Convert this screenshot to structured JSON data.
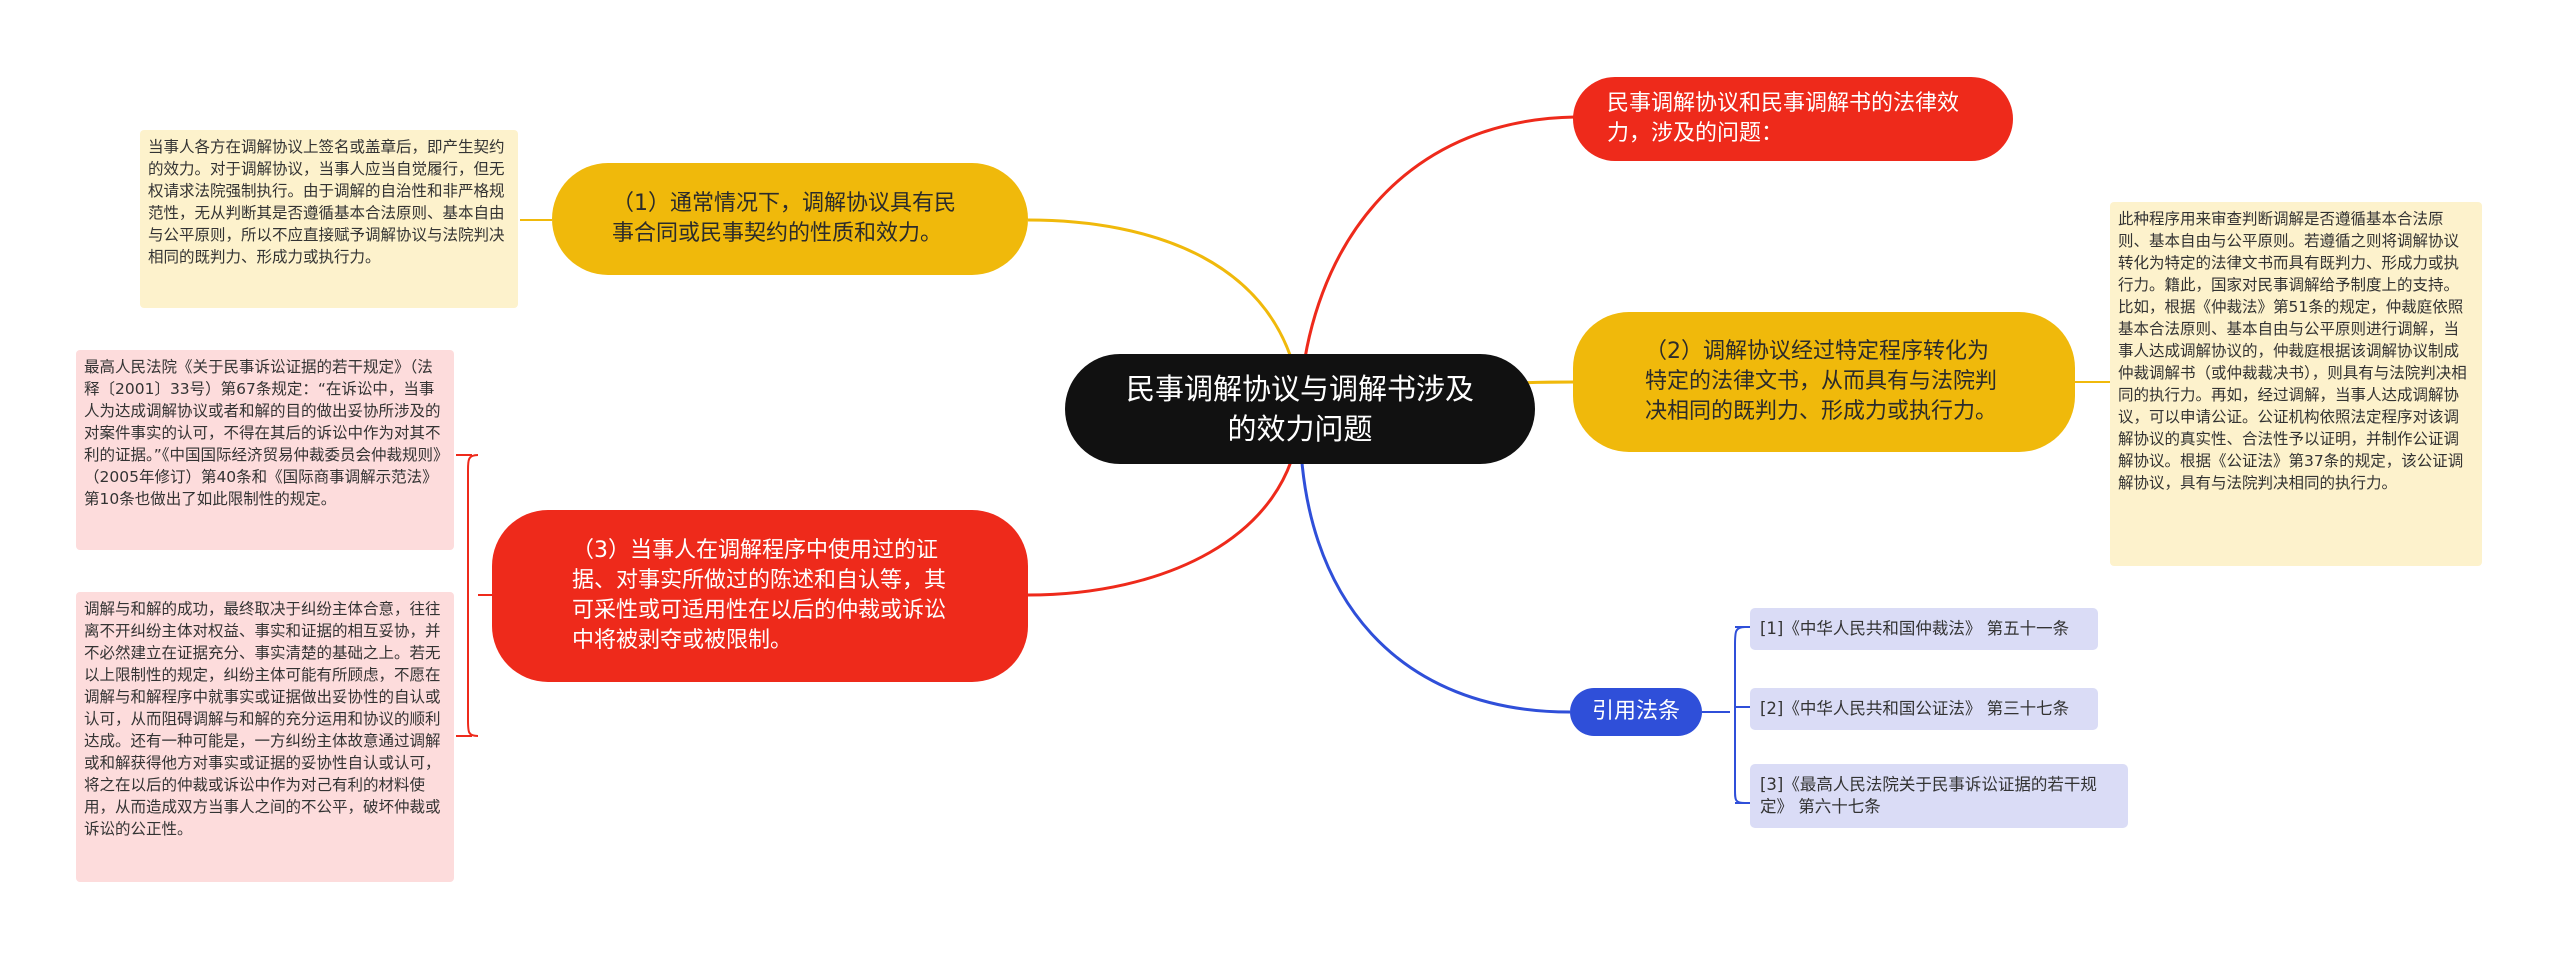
{
  "center": {
    "title": "民事调解协议与调解书涉及的效力问题"
  },
  "branches": {
    "top_right": {
      "text": "民事调解协议和民事调解书的法律效力，涉及的问题："
    },
    "mid_right": {
      "text": "（2）调解协议经过特定程序转化为特定的法律文书，从而具有与法院判决相同的既判力、形成力或执行力。"
    },
    "refs_label": {
      "text": "引用法条"
    },
    "top_left": {
      "text": "（1）通常情况下，调解协议具有民事合同或民事契约的性质和效力。"
    },
    "bottom_left": {
      "text": "（3）当事人在调解程序中使用过的证据、对事实所做过的陈述和自认等，其可采性或可适用性在以后的仲裁或诉讼中将被剥夺或被限制。"
    }
  },
  "notes": {
    "right_detail": "此种程序用来审查判断调解是否遵循基本合法原则、基本自由与公平原则。若遵循之则将调解协议转化为特定的法律文书而具有既判力、形成力或执行力。籍此，国家对民事调解给予制度上的支持。比如，根据《仲裁法》第51条的规定，仲裁庭依照基本合法原则、基本自由与公平原则进行调解，当事人达成调解协议的，仲裁庭根据该调解协议制成仲裁调解书（或仲裁裁决书），则具有与法院判决相同的执行力。再如，经过调解，当事人达成调解协议，可以申请公证。公证机构依照法定程序对该调解协议的真实性、合法性予以证明，并制作公证调解协议。根据《公证法》第37条的规定，该公证调解协议，具有与法院判决相同的执行力。",
    "left_top_detail": "当事人各方在调解协议上签名或盖章后，即产生契约的效力。对于调解协议，当事人应当自觉履行，但无权请求法院强制执行。由于调解的自治性和非严格规范性，无从判断其是否遵循基本合法原则、基本自由与公平原则，所以不应直接赋予调解协议与法院判决相同的既判力、形成力或执行力。",
    "left_mid_detail": "最高人民法院《关于民事诉讼证据的若干规定》（法释〔2001〕33号）第67条规定：“在诉讼中，当事人为达成调解协议或者和解的目的做出妥协所涉及的对案件事实的认可，不得在其后的诉讼中作为对其不利的证据。”《中国国际经济贸易仲裁委员会仲裁规则》（2005年修订）第40条和《国际商事调解示范法》第10条也做出了如此限制性的规定。",
    "left_bottom_detail": "调解与和解的成功，最终取决于纠纷主体合意，往往离不开纠纷主体对权益、事实和证据的相互妥协，并不必然建立在证据充分、事实清楚的基础之上。若无以上限制性的规定，纠纷主体可能有所顾虑，不愿在调解与和解程序中就事实或证据做出妥协性的自认或认可，从而阻碍调解与和解的充分运用和协议的顺利达成。还有一种可能是，一方纠纷主体故意通过调解或和解获得他方对事实或证据的妥协性自认或认可，将之在以后的仲裁或诉讼中作为对己有利的材料使用，从而造成双方当事人之间的不公平，破坏仲裁或诉讼的公正性。"
  },
  "references": [
    "[1]《中华人民共和国仲裁法》 第五十一条",
    "[2]《中华人民共和国公证法》 第三十七条",
    "[3]《最高人民法院关于民事诉讼证据的若干规定》 第六十七条"
  ],
  "colors": {
    "red": "#ee2a1b",
    "yellow": "#f0b90b",
    "blue": "#2f4fd9",
    "center": "#111111",
    "note_yellow": "#fdf2cc",
    "note_pink": "#fddcdc",
    "ref_bg": "#dadcf6"
  }
}
